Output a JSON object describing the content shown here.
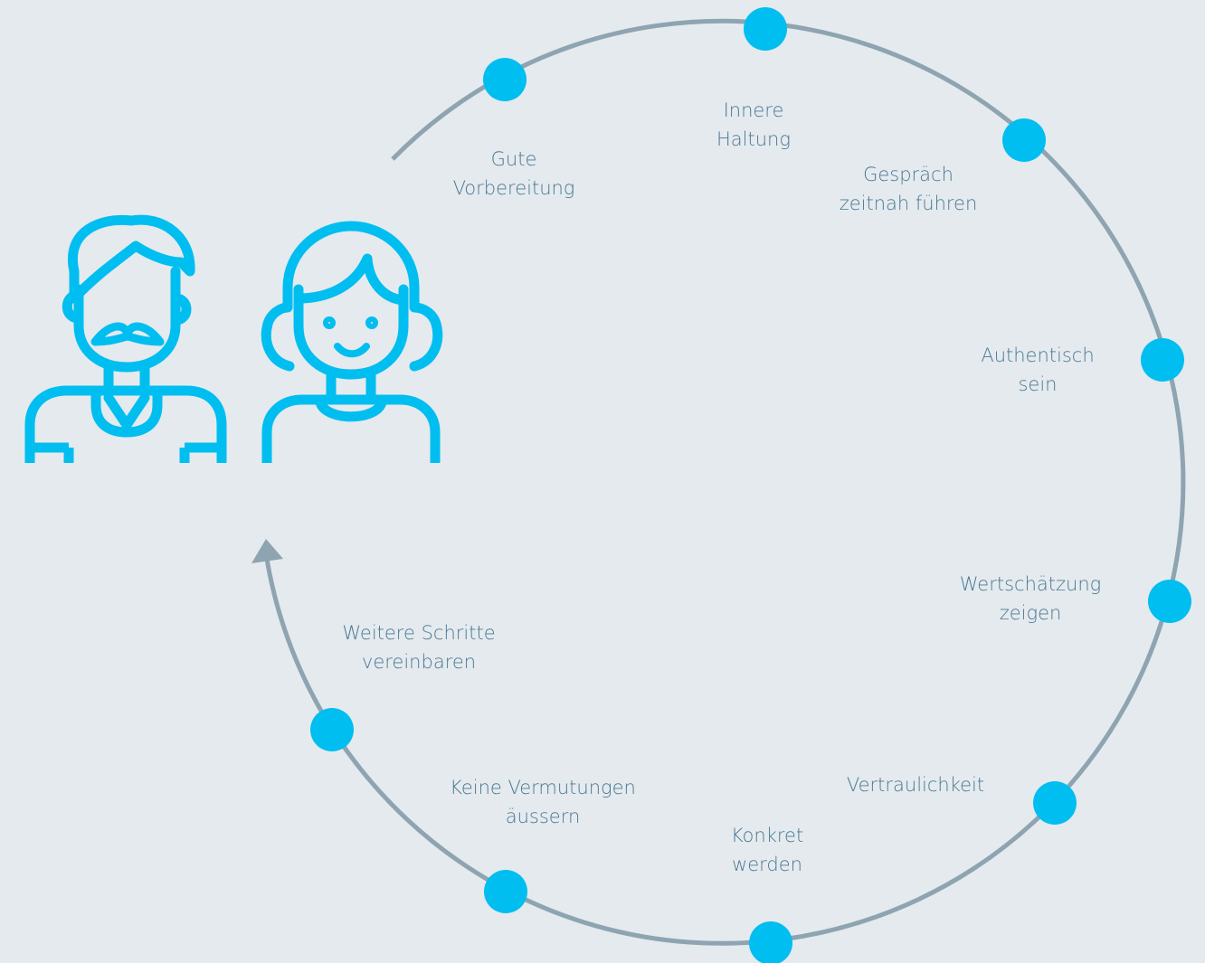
{
  "colors": {
    "background": "#e5eaee",
    "cycle_line": "#8ea4b1",
    "node": "#00bef0",
    "figure": "#00bef0",
    "label_text": "#4a7a94"
  },
  "figures": [
    {
      "icon": "man-with-mustache-icon"
    },
    {
      "icon": "woman-icon"
    }
  ],
  "steps": [
    {
      "line1": "Gute",
      "line2": "Vorbereitung"
    },
    {
      "line1": "Innere",
      "line2": "Haltung"
    },
    {
      "line1": "Gespräch",
      "line2": "zeitnah führen"
    },
    {
      "line1": "Authentisch",
      "line2": "sein"
    },
    {
      "line1": "Wertschätzung",
      "line2": "zeigen"
    },
    {
      "line1": "Vertraulichkeit",
      "line2": ""
    },
    {
      "line1": "Konkret",
      "line2": "werden"
    },
    {
      "line1": "Keine Vermutungen",
      "line2": "äussern"
    },
    {
      "line1": "Weitere Schritte",
      "line2": "vereinbaren"
    }
  ]
}
